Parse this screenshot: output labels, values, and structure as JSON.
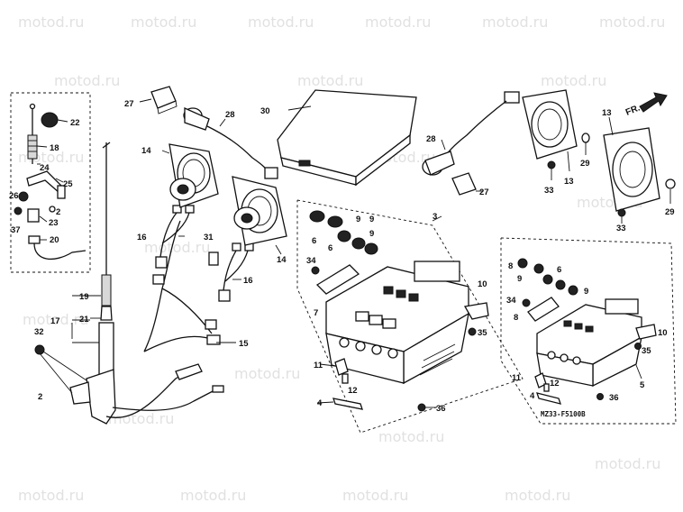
{
  "watermark": "motod.ru",
  "diagram_code": "MZ33-F5100B",
  "direction_label": "FR.",
  "callouts": [
    "22",
    "18",
    "24",
    "25",
    "26",
    "2",
    "23",
    "37",
    "20",
    "19",
    "17",
    "21",
    "32",
    "2",
    "27",
    "28",
    "30",
    "14",
    "14",
    "16",
    "31",
    "16",
    "15",
    "6",
    "6",
    "9",
    "9",
    "9",
    "3",
    "34",
    "7",
    "11",
    "12",
    "4",
    "36",
    "10",
    "35",
    "28",
    "27",
    "13",
    "13",
    "29",
    "33",
    "33",
    "29",
    "8",
    "6",
    "9",
    "9",
    "34",
    "8",
    "11",
    "12",
    "4",
    "36",
    "10",
    "35",
    "5"
  ]
}
